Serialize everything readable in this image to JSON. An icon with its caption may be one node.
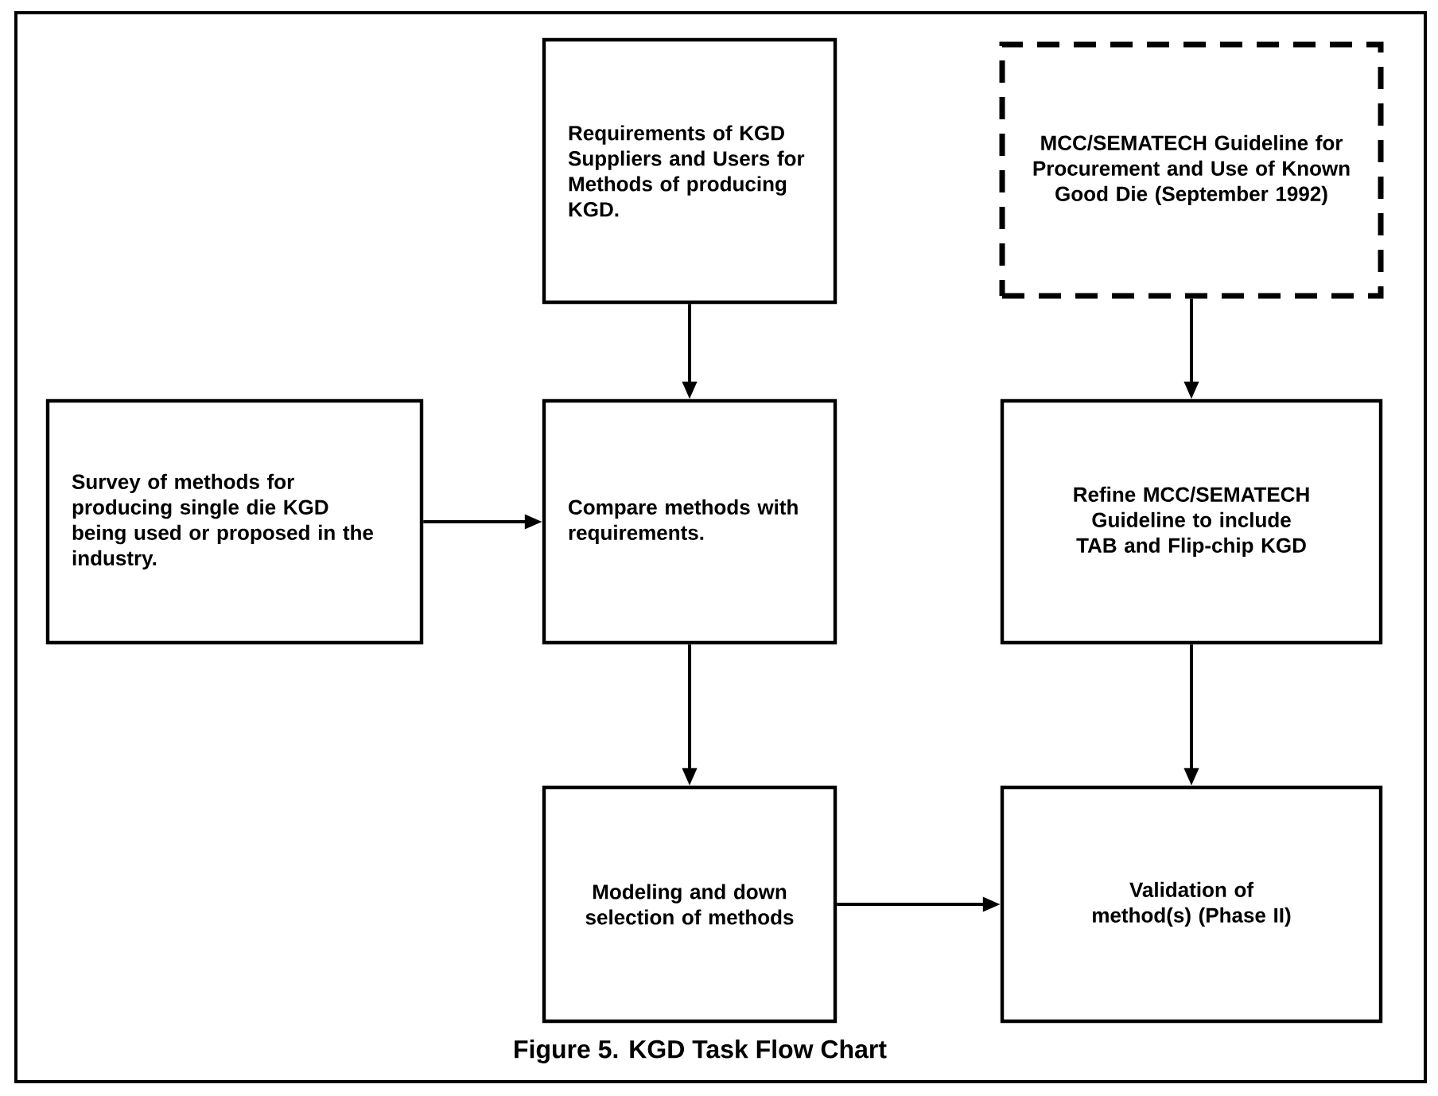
{
  "diagram": {
    "caption": "Figure 5. KGD Task Flow Chart",
    "nodes": [
      {
        "text": [
          "Requirements of KGD Suppliers and Users for Methods of producing KGD."
        ]
      },
      {
        "text": [
          "MCC/SEMATECH Guideline for Procurement and Use of Known Good Die (September 1992)"
        ]
      },
      {
        "text": [
          "Survey of methods for producing single die KGD being used or proposed in the industry."
        ]
      },
      {
        "text": [
          "Compare methods with requirements."
        ]
      },
      {
        "text": [
          "Refine MCC/SEMATECH Guideline to include TAB and Flip-chip KGD"
        ]
      },
      {
        "text": [
          "Modeling and down selection of methods"
        ]
      },
      {
        "text": [
          "Validation of method(s) (Phase II)"
        ]
      }
    ],
    "edges": [
      {
        "from": 0,
        "to": 3,
        "arrow": "to"
      },
      {
        "from": 2,
        "to": 3,
        "arrow": "to"
      },
      {
        "from": 1,
        "to": 4,
        "arrow": "to"
      },
      {
        "from": 3,
        "to": 5,
        "arrow": "to"
      },
      {
        "from": 4,
        "to": 6,
        "arrow": "to"
      },
      {
        "from": 5,
        "to": 6,
        "arrow": "to"
      }
    ]
  }
}
